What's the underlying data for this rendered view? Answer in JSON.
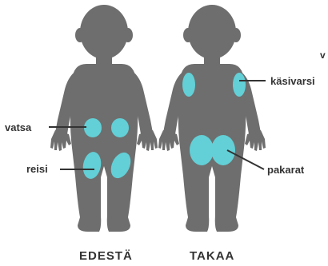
{
  "labels": {
    "vatsa": "vatsa",
    "reisi": "reisi",
    "kasivarsi": "käsivarsi",
    "pakarat": "pakarat",
    "edge_fragment": "v"
  },
  "views": {
    "front": "EDESTÄ",
    "back": "TAKAA"
  },
  "colors": {
    "figure": "#6e6e6e",
    "injection_site": "#62d0d6",
    "line": "#333333"
  }
}
